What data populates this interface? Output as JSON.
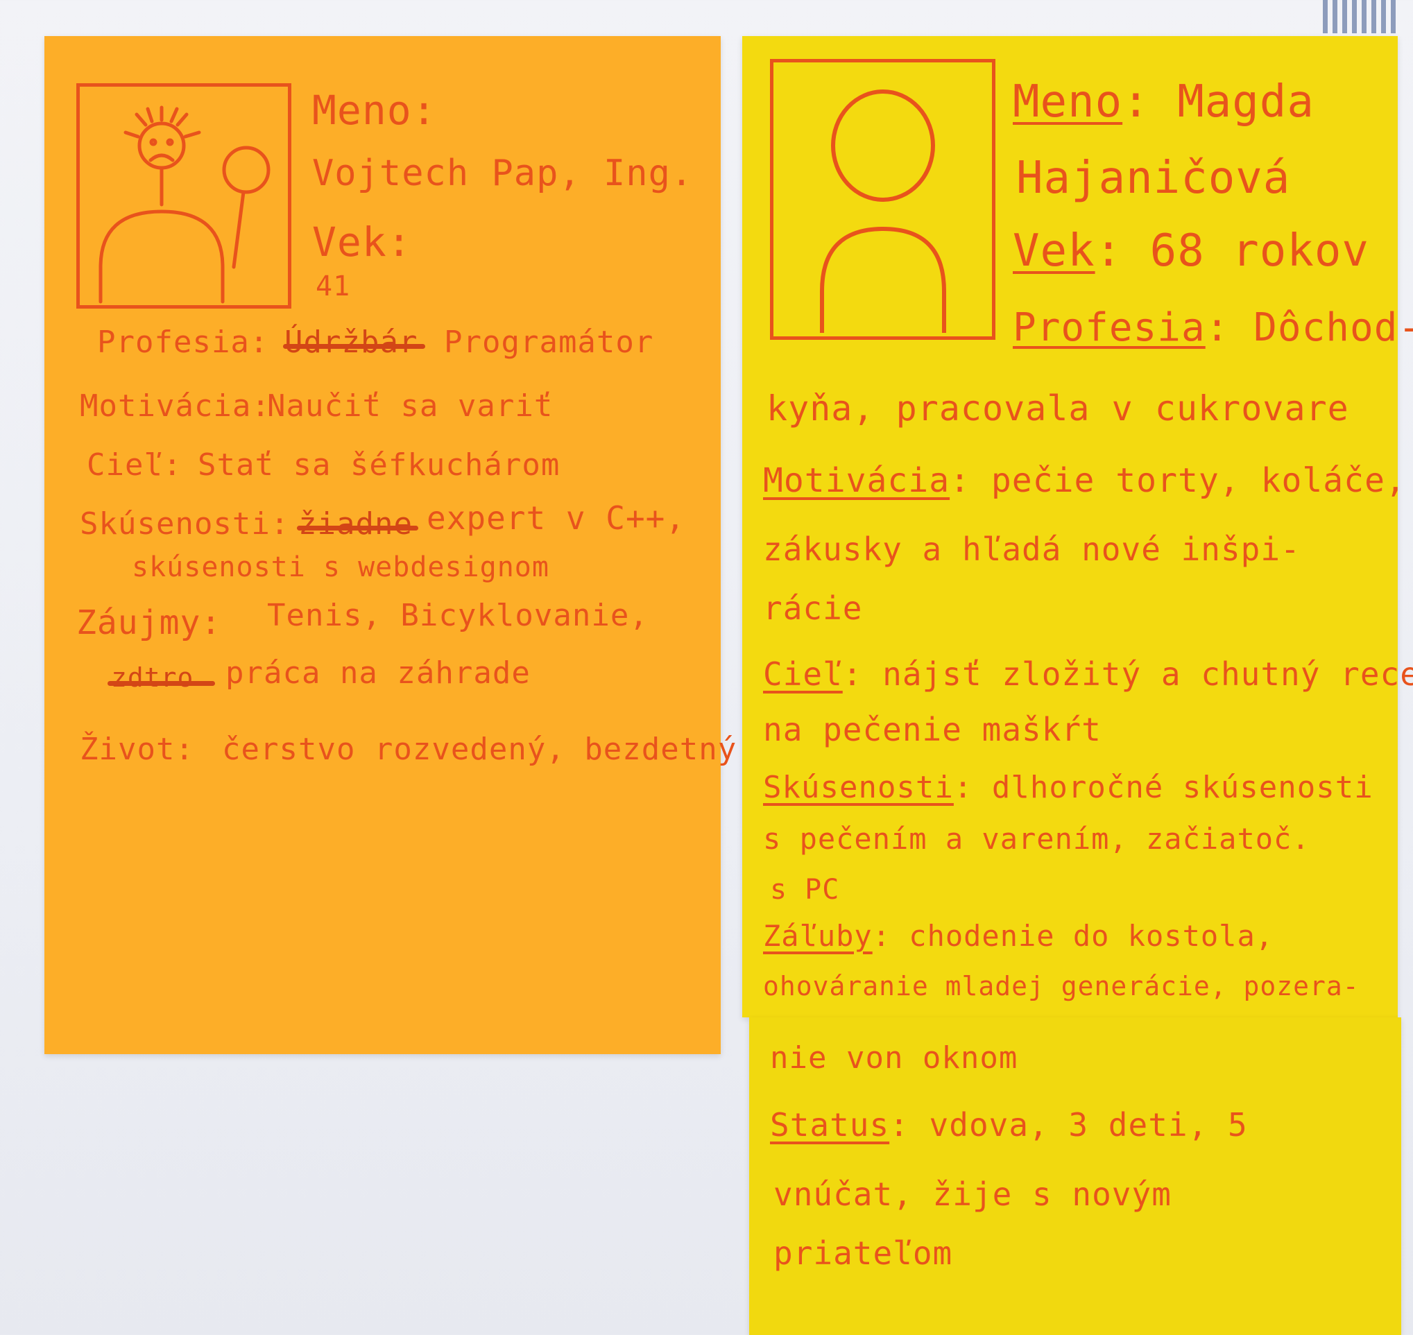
{
  "orange_card": {
    "name_label": "Meno:",
    "name_value": "Vojtech Pap, Ing.",
    "age_label": "Vek:",
    "age_value": "41",
    "profession_label": "Profesia:",
    "profession_struck": "Údržbár",
    "profession_value": "Programátor",
    "motivation_label": "Motivácia:",
    "motivation_value": "Naučiť sa variť",
    "goal_label": "Cieľ:",
    "goal_value": "Stať sa šéfkuchárom",
    "experience_label": "Skúsenosti:",
    "experience_struck": "žiadne",
    "experience_value_1": "expert v C++,",
    "experience_value_2": "skúsenosti s webdesignom",
    "interests_label": "Záujmy:",
    "interests_value_1": "Tenis, Bicyklovanie,",
    "interests_struck": "zdtro",
    "interests_value_2": "práca na záhrade",
    "life_label": "Život:",
    "life_value": "čerstvo rozvedený, bezdetný"
  },
  "yellow_card": {
    "name_label": "Meno",
    "name_value_1": ": Magda",
    "name_value_2": "Hajaničová",
    "age_label": "Vek",
    "age_value": ": 68 rokov",
    "profession_label": "Profesia",
    "profession_value_1": ": Dôchod-",
    "profession_value_2": "kyňa, pracovala v cukrovare",
    "motivation_label": "Motivácia",
    "motivation_value_1": ": pečie torty, koláče,",
    "motivation_value_2": "zákusky a hľadá nové inšpi-",
    "motivation_value_3": "rácie",
    "goal_label": "Cieľ",
    "goal_value_1": ": nájsť zložitý a chutný recept",
    "goal_value_2": "na pečenie maškŕt",
    "experience_label": "Skúsenosti",
    "experience_value_1": ": dlhoročné skúsenosti",
    "experience_value_2": "s pečením a varením, začiatoč.",
    "experience_value_3": "s PC",
    "hobbies_label": "Záľuby",
    "hobbies_value_1": ": chodenie do kostola,",
    "hobbies_value_2": "ohováranie mladej generácie, pozera-",
    "hobbies_value_3": "nie von oknom",
    "status_label": "Status",
    "status_value_1": ": vdova, 3 deti, 5",
    "status_value_2": "vnúčat, žije s novým",
    "status_value_3": "priateľom"
  },
  "colors": {
    "ink": "#e8531c",
    "orange_note": "#fdae28",
    "yellow_note": "#f3da10"
  }
}
